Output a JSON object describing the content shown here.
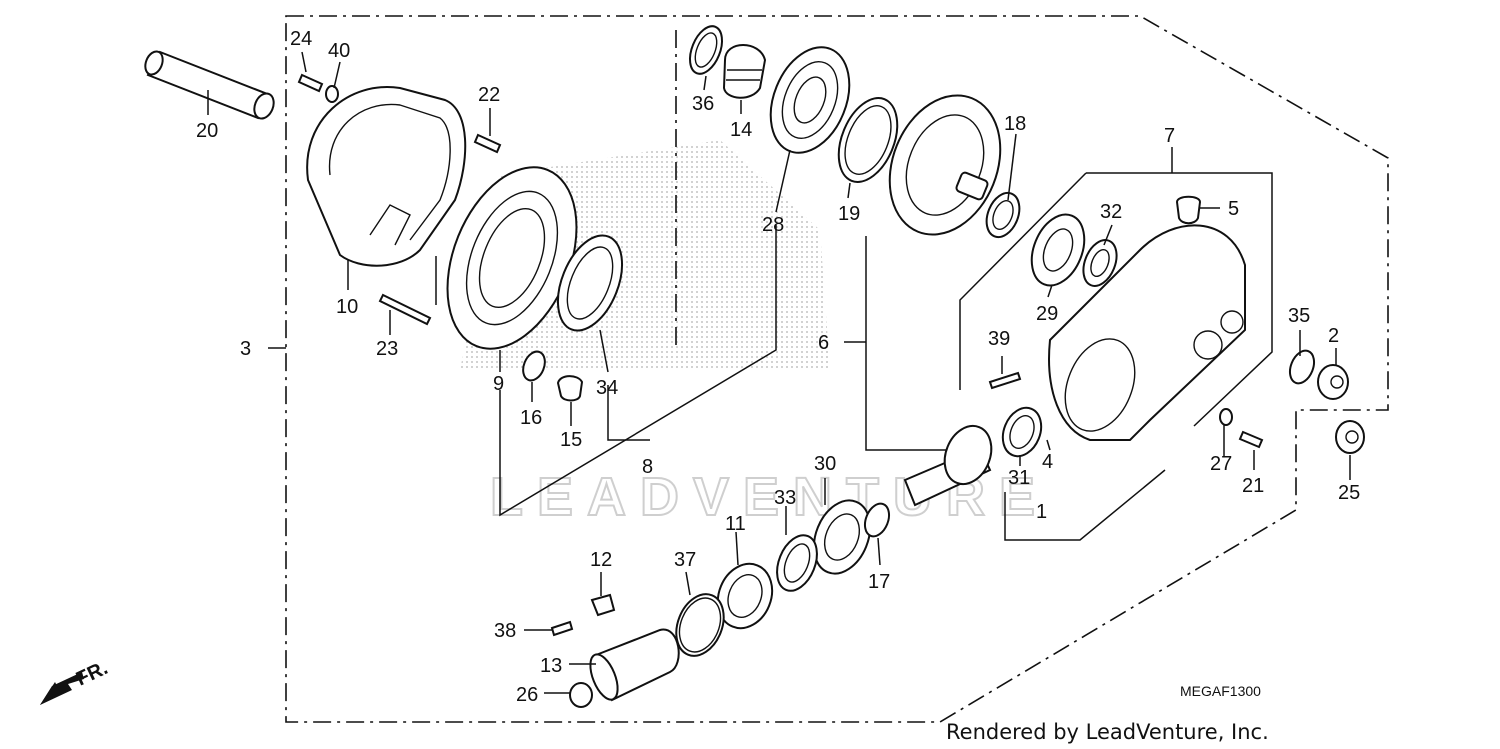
{
  "diagram": {
    "code": "MEGAF1300",
    "footer": "Rendered by LeadVenture, Inc.",
    "front_label": "FR.",
    "watermark": "LEADVENTURE",
    "callouts": [
      {
        "id": "c1",
        "label": "1"
      },
      {
        "id": "c2",
        "label": "2"
      },
      {
        "id": "c3",
        "label": "3"
      },
      {
        "id": "c4",
        "label": "4"
      },
      {
        "id": "c5",
        "label": "5"
      },
      {
        "id": "c6",
        "label": "6"
      },
      {
        "id": "c7",
        "label": "7"
      },
      {
        "id": "c8",
        "label": "8"
      },
      {
        "id": "c9",
        "label": "9"
      },
      {
        "id": "c10",
        "label": "10"
      },
      {
        "id": "c11",
        "label": "11"
      },
      {
        "id": "c12",
        "label": "12"
      },
      {
        "id": "c13",
        "label": "13"
      },
      {
        "id": "c14",
        "label": "14"
      },
      {
        "id": "c15",
        "label": "15"
      },
      {
        "id": "c16",
        "label": "16"
      },
      {
        "id": "c17",
        "label": "17"
      },
      {
        "id": "c18",
        "label": "18"
      },
      {
        "id": "c19",
        "label": "19"
      },
      {
        "id": "c20",
        "label": "20"
      },
      {
        "id": "c21",
        "label": "21"
      },
      {
        "id": "c22",
        "label": "22"
      },
      {
        "id": "c23",
        "label": "23"
      },
      {
        "id": "c24",
        "label": "24"
      },
      {
        "id": "c25",
        "label": "25"
      },
      {
        "id": "c26",
        "label": "26"
      },
      {
        "id": "c27",
        "label": "27"
      },
      {
        "id": "c28",
        "label": "28"
      },
      {
        "id": "c29",
        "label": "29"
      },
      {
        "id": "c30",
        "label": "30"
      },
      {
        "id": "c31",
        "label": "31"
      },
      {
        "id": "c32",
        "label": "32"
      },
      {
        "id": "c33",
        "label": "33"
      },
      {
        "id": "c34",
        "label": "34"
      },
      {
        "id": "c35",
        "label": "35"
      },
      {
        "id": "c36",
        "label": "36"
      },
      {
        "id": "c37",
        "label": "37"
      },
      {
        "id": "c38",
        "label": "38"
      },
      {
        "id": "c39",
        "label": "39"
      },
      {
        "id": "c40",
        "label": "40"
      }
    ]
  }
}
